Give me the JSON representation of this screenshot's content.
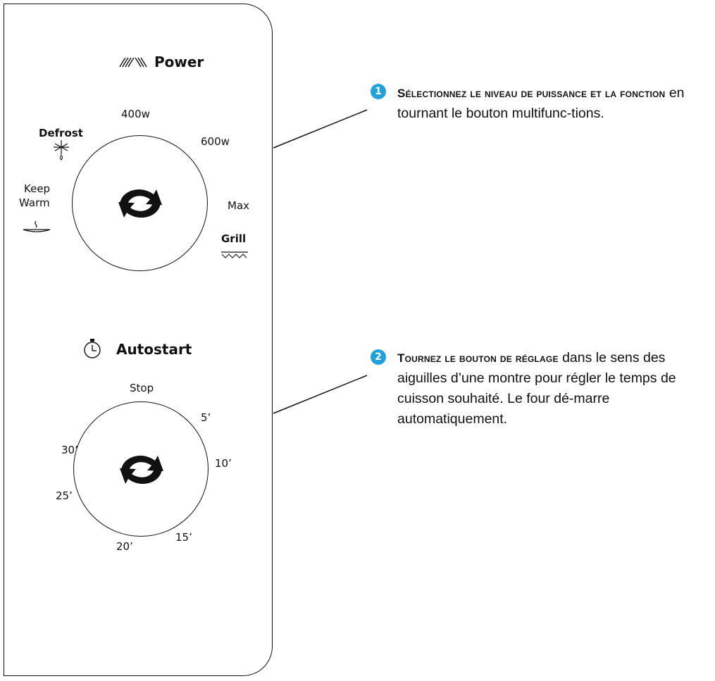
{
  "power": {
    "title": "Power",
    "dial_labels": {
      "w400": "400w",
      "w600": "600w",
      "defrost": "Defrost",
      "keep_line1": "Keep",
      "keep_line2": "Warm",
      "max": "Max",
      "grill": "Grill"
    }
  },
  "autostart": {
    "title": "Autostart",
    "dial_labels": {
      "stop": "Stop",
      "m5": "5’",
      "m10": "10’",
      "m15": "15’",
      "m20": "20’",
      "m25": "25’",
      "m30": "30’"
    }
  },
  "steps": [
    {
      "number": "1",
      "heading": "Sélectionnez le niveau de puissance et la fonction",
      "text": " en tournant le bouton multifunc-tions."
    },
    {
      "number": "2",
      "heading": "Tournez le bouton de réglage",
      "text": " dans le sens des aiguilles d’une montre pour régler le temps de cuisson souhaité. Le four dé-marre automatiquement."
    }
  ],
  "colors": {
    "badge": "#22a0dc",
    "ink": "#111111"
  }
}
